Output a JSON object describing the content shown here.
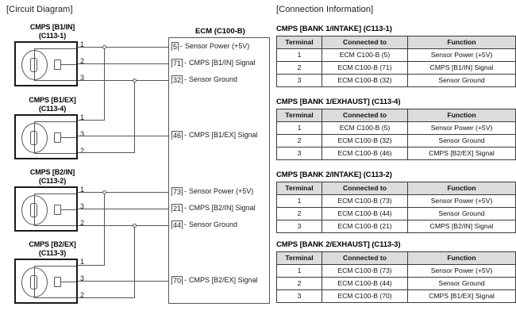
{
  "sections": {
    "circuit_diagram_caption": "[Circuit Diagram]",
    "connection_info_caption": "[Connection Information]"
  },
  "ecm": {
    "title": "ECM (C100-B)",
    "pins": [
      {
        "number": "5",
        "separator": "-",
        "label": "Sensor Power (+5V)"
      },
      {
        "number": "71",
        "separator": "-",
        "label": "CMPS [B1/IN] Signal"
      },
      {
        "number": "32",
        "separator": "-",
        "label": "Sensor Ground"
      },
      {
        "number": "46",
        "separator": "-",
        "label": "CMPS [B1/EX] Signal"
      },
      {
        "number": "73",
        "separator": "-",
        "label": "Sensor Power (+5V)"
      },
      {
        "number": "21",
        "separator": "-",
        "label": "CMPS [B2/IN] Signal"
      },
      {
        "number": "44",
        "separator": "-",
        "label": "Sensor Ground"
      },
      {
        "number": "70",
        "separator": "-",
        "label": "CMPS [B2/EX] Signal"
      }
    ]
  },
  "connectors": [
    {
      "name": "CMPS [B1/IN]",
      "code": "(C113-1)",
      "pin_labels": [
        "1",
        "2",
        "3"
      ]
    },
    {
      "name": "CMPS [B1/EX]",
      "code": "(C113-4)",
      "pin_labels": [
        "1",
        "3",
        "2"
      ]
    },
    {
      "name": "CMPS [B2/IN]",
      "code": "(C113-2)",
      "pin_labels": [
        "1",
        "3",
        "2"
      ]
    },
    {
      "name": "CMPS [B2/EX]",
      "code": "(C113-3)",
      "pin_labels": [
        "1",
        "3",
        "2"
      ]
    }
  ],
  "tables": [
    {
      "title": "CMPS [BANK 1/INTAKE] (C113-1)",
      "headers": [
        "Terminal",
        "Connected to",
        "Function"
      ],
      "rows": [
        [
          "1",
          "ECM C100-B (5)",
          "Sensor Power (+5V)"
        ],
        [
          "2",
          "ECM C100-B (71)",
          "CMPS [B1/IN] Signal"
        ],
        [
          "3",
          "ECM C100-B (32)",
          "Sensor Ground"
        ]
      ]
    },
    {
      "title": "CMPS [BANK 1/EXHAUST] (C113-4)",
      "headers": [
        "Terminal",
        "Connected to",
        "Function"
      ],
      "rows": [
        [
          "1",
          "ECM C100-B (5)",
          "Sensor Power (+5V)"
        ],
        [
          "2",
          "ECM C100-B (32)",
          "Sensor Ground"
        ],
        [
          "3",
          "ECM C100-B (46)",
          "CMPS [B2/EX] Signal"
        ]
      ]
    },
    {
      "title": "CMPS [BANK 2/INTAKE] (C113-2)",
      "headers": [
        "Terminal",
        "Connected to",
        "Function"
      ],
      "rows": [
        [
          "1",
          "ECM C100-B (73)",
          "Sensor Power (+5V)"
        ],
        [
          "2",
          "ECM C100-B (44)",
          "Sensor Ground"
        ],
        [
          "3",
          "ECM C100-B (21)",
          "CMPS [B2/IN] Signal"
        ]
      ]
    },
    {
      "title": "CMPS [BANK 2/EXHAUST] (C113-3)",
      "headers": [
        "Terminal",
        "Connected to",
        "Function"
      ],
      "rows": [
        [
          "1",
          "ECM C100-B (73)",
          "Sensor Power (+5V)"
        ],
        [
          "2",
          "ECM C100-B (44)",
          "Sensor Ground"
        ],
        [
          "3",
          "ECM C100-B (70)",
          "CMPS [B1/EX] Signal"
        ]
      ]
    }
  ],
  "colors": {
    "ink": "#1a1a1a",
    "wire": "#555555",
    "table_header_fill": "#dcdcdc",
    "background": "#ffffff"
  }
}
